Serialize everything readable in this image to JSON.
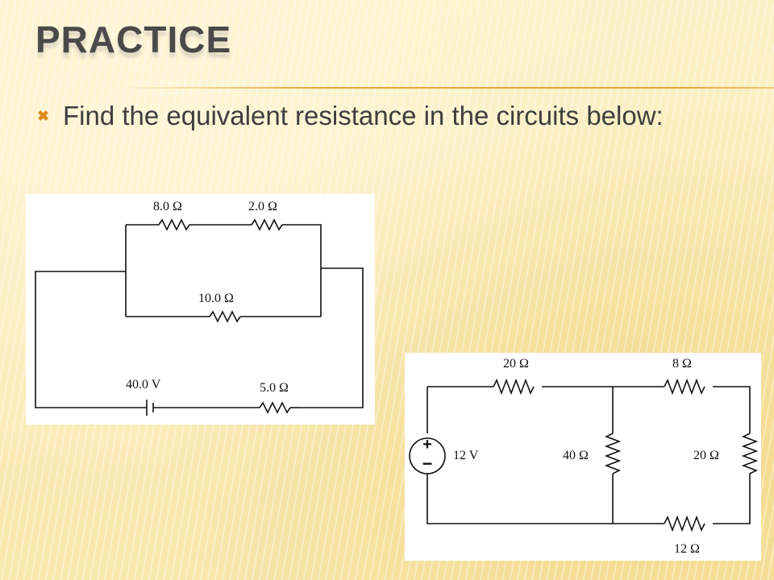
{
  "slide": {
    "title": "PRACTICE",
    "bullet_text": "Find the equivalent resistance in the circuits below:"
  },
  "circuit_1": {
    "r_top_left": "8.0 Ω",
    "r_top_right": "2.0 Ω",
    "r_middle": "10.0 Ω",
    "battery": "40.0 V",
    "r_bottom": "5.0 Ω"
  },
  "circuit_2": {
    "r_top_left": "20 Ω",
    "r_top_right": "8 Ω",
    "source": "12 V",
    "source_plus": "+",
    "source_minus": "−",
    "r_mid_vertical": "40 Ω",
    "r_right_vertical": "20 Ω",
    "r_bottom": "12 Ω"
  },
  "colors": {
    "accent": "#e9a534",
    "title": "#4a4a4a"
  }
}
